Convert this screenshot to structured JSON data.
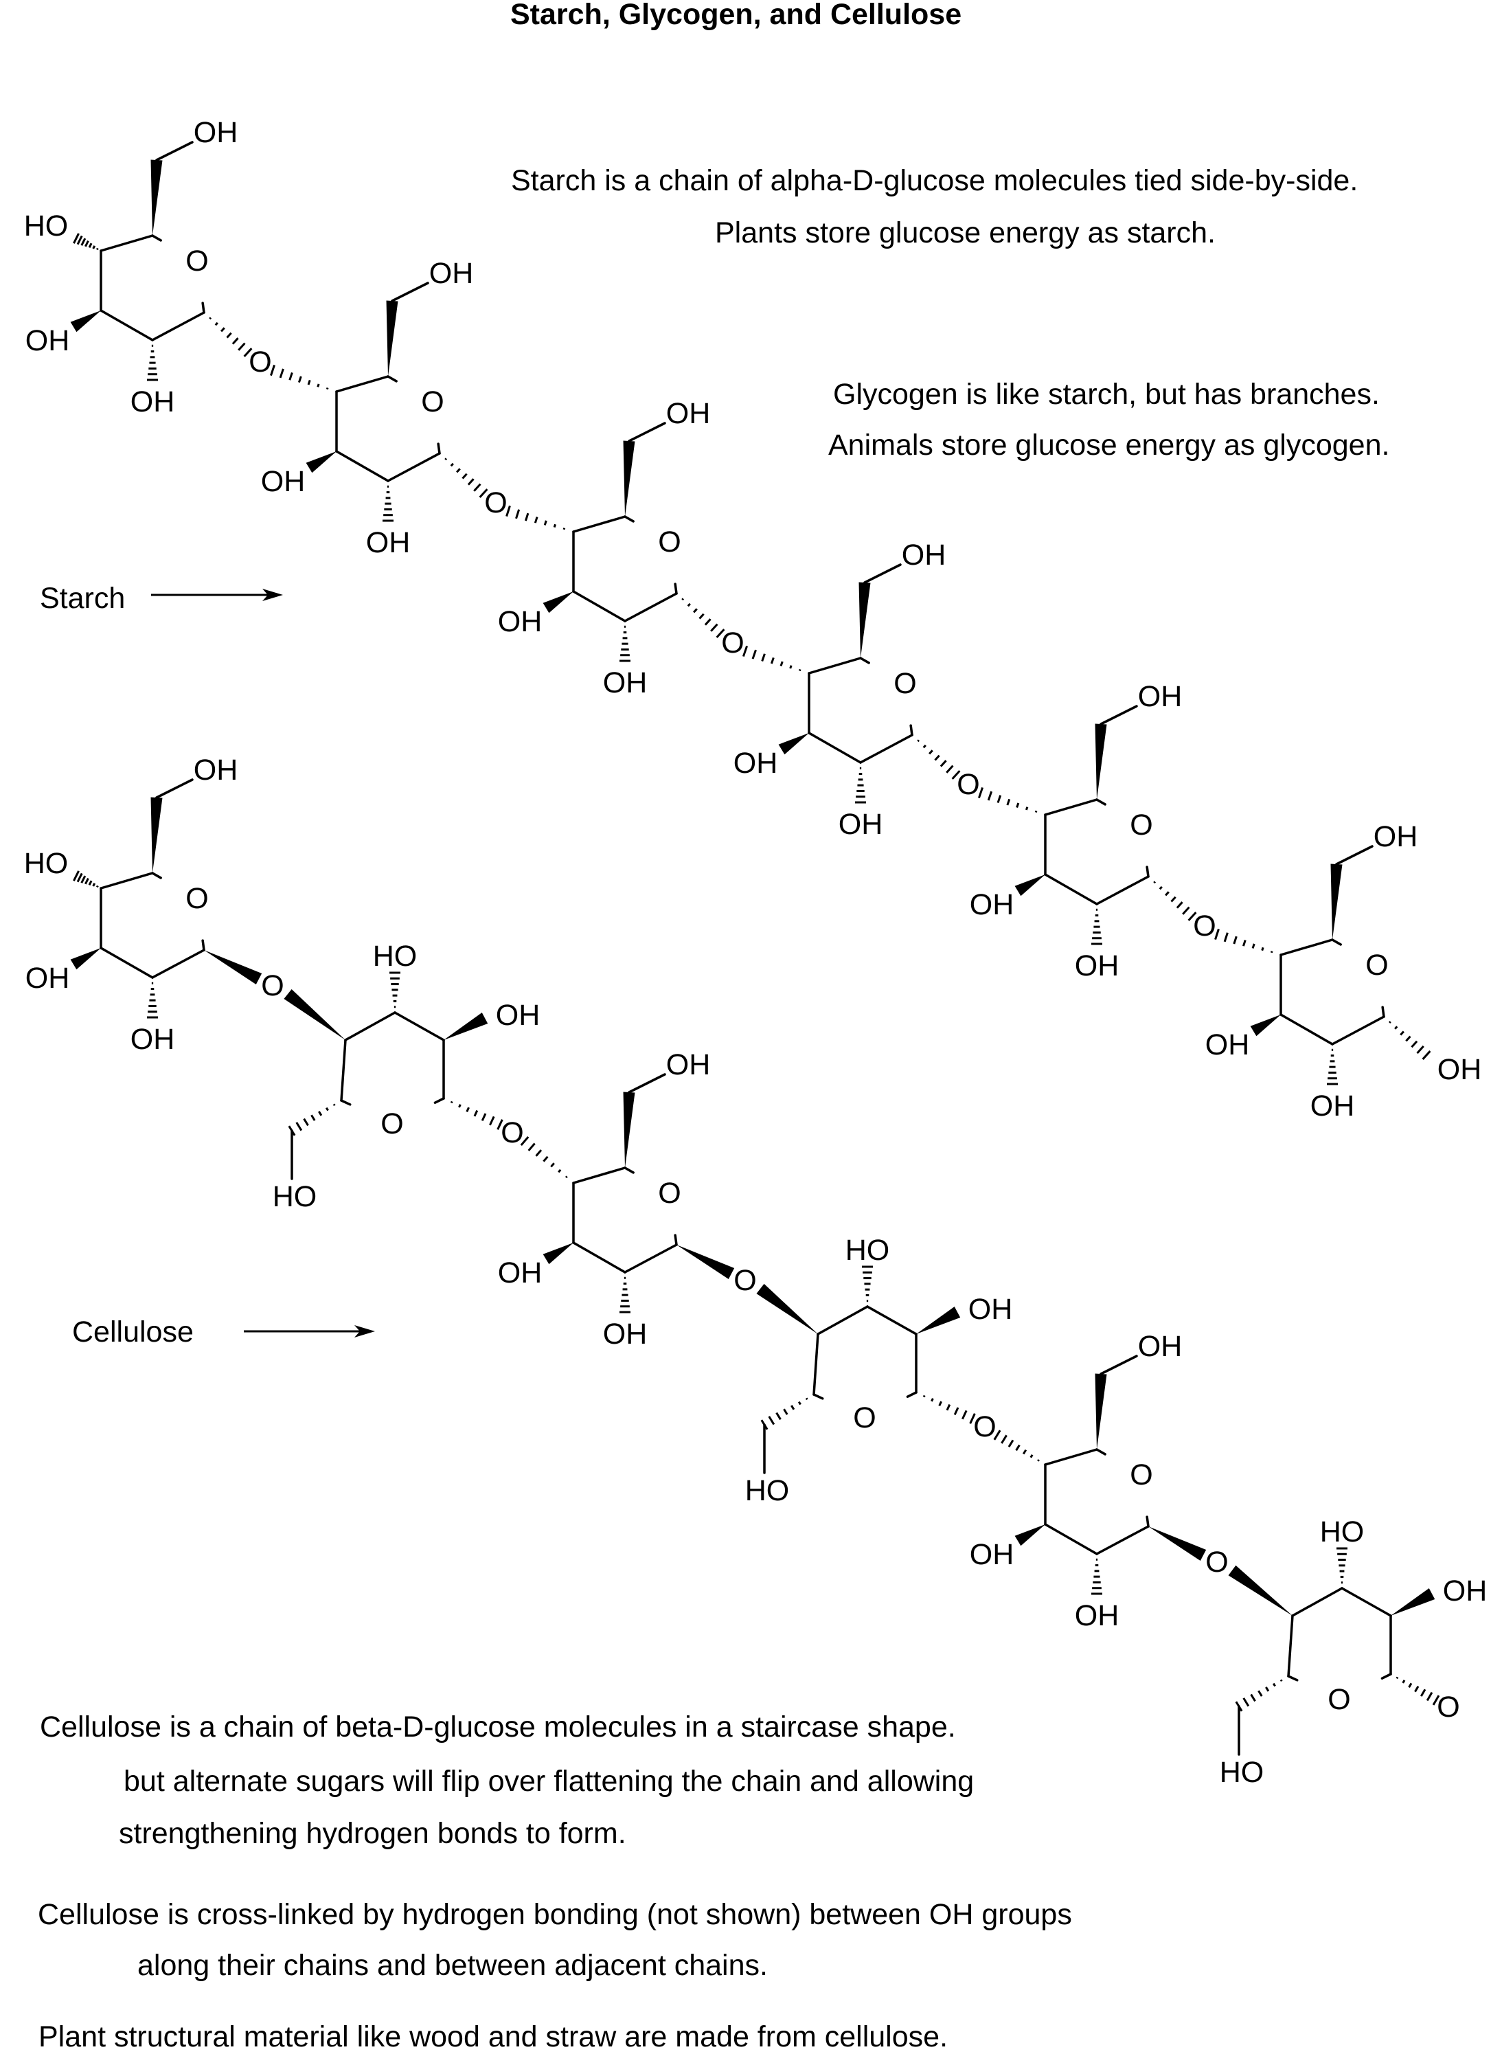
{
  "title": "Starch, Glycogen, and Cellulose",
  "notes": {
    "starch_line1": "Starch is a chain of alpha-D-glucose molecules tied side-by-side.",
    "starch_line2": "Plants store glucose energy as starch.",
    "glycogen_line1": "Glycogen is like starch, but has branches.",
    "glycogen_line2": "Animals store glucose energy as glycogen.",
    "cellulose_line1": "Cellulose is a chain of beta-D-glucose molecules in a staircase shape.",
    "cellulose_line2": "but alternate sugars will flip over flattening the chain and allowing",
    "cellulose_line3": "strengthening hydrogen bonds to form.",
    "crosslink_line1": "Cellulose is cross-linked by hydrogen bonding (not shown) between OH groups",
    "crosslink_line2": "along their chains and between adjacent chains.",
    "plant_line": "Plant structural material like wood and straw are made from cellulose."
  },
  "pointers": {
    "starch_label": "Starch",
    "cellulose_label": "Cellulose"
  },
  "atoms": {
    "hydroxyl": "OH",
    "hydroxyl_left": "HO",
    "oxygen": "O"
  },
  "colors": {
    "ink": "#000000",
    "background": "#ffffff"
  }
}
